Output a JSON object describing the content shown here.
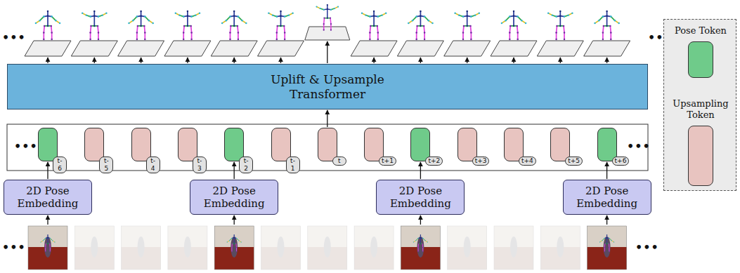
{
  "diagram": {
    "nodes": [
      {
        "text": [
          "Uplift & Upsample Transformer"
        ]
      },
      {
        "text": [
          "t-6"
        ]
      },
      {
        "text": [
          "t-5"
        ]
      },
      {
        "text": [
          "t-4"
        ]
      },
      {
        "text": [
          "t-3"
        ]
      },
      {
        "text": [
          "t-2"
        ]
      },
      {
        "text": [
          "t-1"
        ]
      },
      {
        "text": [
          "t"
        ]
      },
      {
        "text": [
          "t+1"
        ]
      },
      {
        "text": [
          "t+2"
        ]
      },
      {
        "text": [
          "t+3"
        ]
      },
      {
        "text": [
          "t+4"
        ]
      },
      {
        "text": [
          "t+5"
        ]
      },
      {
        "text": [
          "t+6"
        ]
      },
      {
        "text": [
          "2D Pose Embedding"
        ]
      },
      {
        "text": [
          "2D Pose Embedding"
        ]
      },
      {
        "text": [
          "2D Pose Embedding"
        ]
      },
      {
        "text": [
          "2D Pose Embedding"
        ]
      }
    ],
    "edges": [
      {
        "from": 7,
        "to": 0,
        "arrow": "to"
      },
      {
        "from": 14,
        "to": 1,
        "arrow": "to"
      },
      {
        "from": 15,
        "to": 5,
        "arrow": "to"
      },
      {
        "from": 16,
        "to": 9,
        "arrow": "to"
      },
      {
        "from": 17,
        "to": 13,
        "arrow": "to"
      }
    ],
    "labels": [
      "•••",
      "•••",
      "•••",
      "•••",
      "•••",
      "•••"
    ],
    "legend": [
      {
        "text": "Pose Token",
        "color": "#6fcb8a"
      },
      {
        "text": "Upsampling Token",
        "color": "#e8c4c0"
      }
    ]
  }
}
